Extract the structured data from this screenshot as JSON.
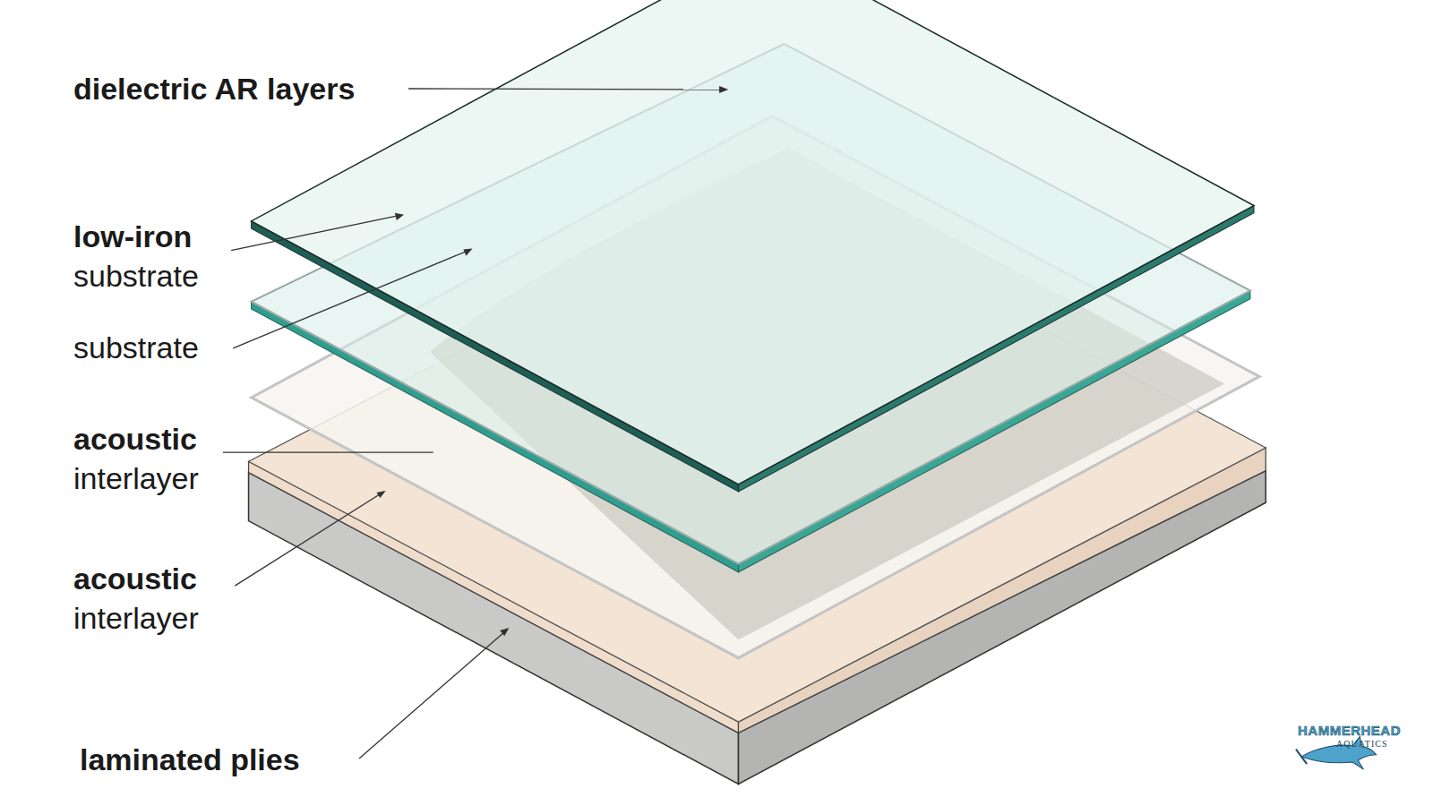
{
  "diagram": {
    "labels": [
      "dielectric AR layers",
      "low-iron substrate",
      "substrate",
      "acoustic interlayer",
      "acoustic interlayer",
      "laminated plies",
      "HAMMERHEAD",
      "AQUATICS"
    ]
  }
}
